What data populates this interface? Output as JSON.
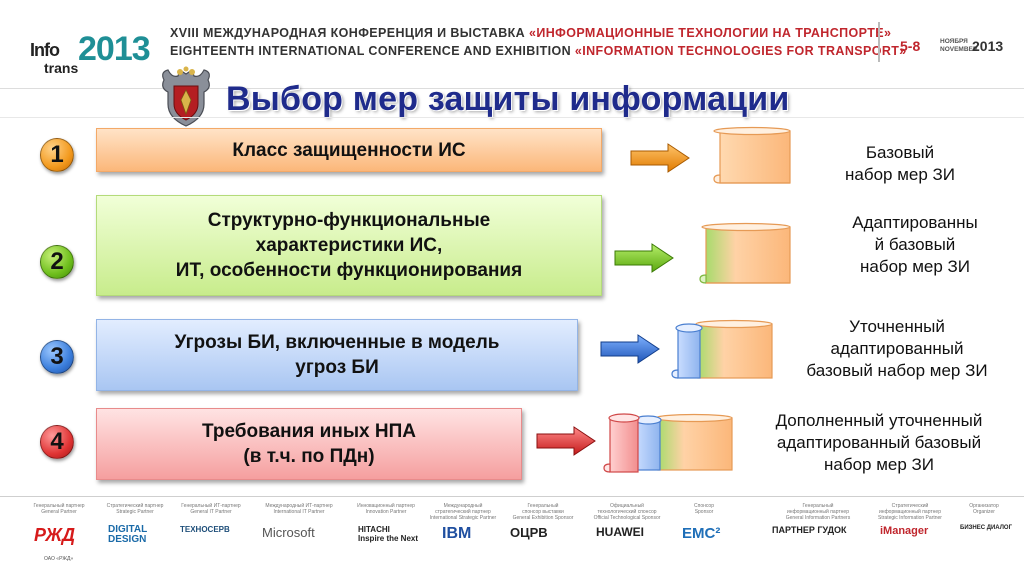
{
  "header": {
    "logo_info": "Info",
    "logo_trans": "trans",
    "logo_year": "2013",
    "conference_ru_prefix": "XVIII МЕЖДУНАРОДНАЯ КОНФЕРЕНЦИЯ И ВЫСТАВКА ",
    "conference_ru_name": "«ИНФОРМАЦИОННЫЕ ТЕХНОЛОГИИ НА ТРАНСПОРТЕ»",
    "conference_en_prefix": "EIGHTEENTH INTERNATIONAL CONFERENCE AND EXHIBITION ",
    "conference_en_name": "«INFORMATION TECHNOLOGIES FOR TRANSPORT»",
    "date_days": "5-8",
    "date_month_ru": "НОЯБРЯ",
    "date_month_en": "NOVEMBER",
    "date_year": "2013"
  },
  "slide": {
    "title": "Выбор мер защиты информации",
    "emblem_icon": "eagle-crest-icon",
    "rows": [
      {
        "number": "1",
        "factor": "Класс защищенности ИС",
        "result": "Базовый\nнабор мер ЗИ"
      },
      {
        "number": "2",
        "factor": "Структурно-функциональные\nхарактеристики ИС,\nИТ, особенности функционирования",
        "result": "Адаптированны\nй базовый\nнабор мер ЗИ"
      },
      {
        "number": "3",
        "factor": "Угрозы БИ, включенные в модель\nугроз БИ",
        "result": "Уточненный\nадаптированный\nбазовый набор мер ЗИ"
      },
      {
        "number": "4",
        "factor": "Требования иных НПА\n(в т.ч. по ПДн)",
        "result": "Дополненный уточненный\nадаптированный базовый\nнабор мер ЗИ"
      }
    ],
    "colors": {
      "title": "#1f2b8c",
      "orange": "#f39a1e",
      "green": "#6fbf1d",
      "blue": "#3c7fdc",
      "red": "#e03535"
    }
  },
  "sponsors": [
    {
      "caption": "Генеральный партнер\nGeneral Partner",
      "logo": "РЖД"
    },
    {
      "caption": "Стратегический партнер\nStrategic Partner",
      "logo": "DIGITAL\nDESIGN"
    },
    {
      "caption": "Генеральный ИТ-партнер\nGeneral IT Partner",
      "logo": "ТЕХНОСЕРВ"
    },
    {
      "caption": "Международный ИТ-партнер\nInternational IT Partner",
      "logo": "Microsoft"
    },
    {
      "caption": "Инновационный партнер\nInnovation Partner",
      "logo": "HITACHI\nInspire the Next"
    },
    {
      "caption": "Международный\nстратегический партнер\nInternational Strategic Partner",
      "logo": "IBM"
    },
    {
      "caption": "Генеральный\nспонсор выставки\nGeneral Exhibition Sponsor",
      "logo": "ОЦРВ"
    },
    {
      "caption": "Официальный\nтехнологический спонсор\nOfficial Technological Sponsor",
      "logo": "HUAWEI"
    },
    {
      "caption": "Спонсор\nSponsor",
      "logo": "EMC²"
    },
    {
      "caption": "Генеральный\nинформационный партнер\nGeneral Information Partners",
      "logo": "ПАРТНЕР  ГУДОК"
    },
    {
      "caption": "Стратегический\nинформационный партнер\nStrategic Information Partner",
      "logo": "iManager"
    },
    {
      "caption": "Организатор\nOrganizer",
      "logo": "БИЗНЕС ДИАЛОГ"
    }
  ],
  "rzd_caption": "ОАО «РЖД»"
}
